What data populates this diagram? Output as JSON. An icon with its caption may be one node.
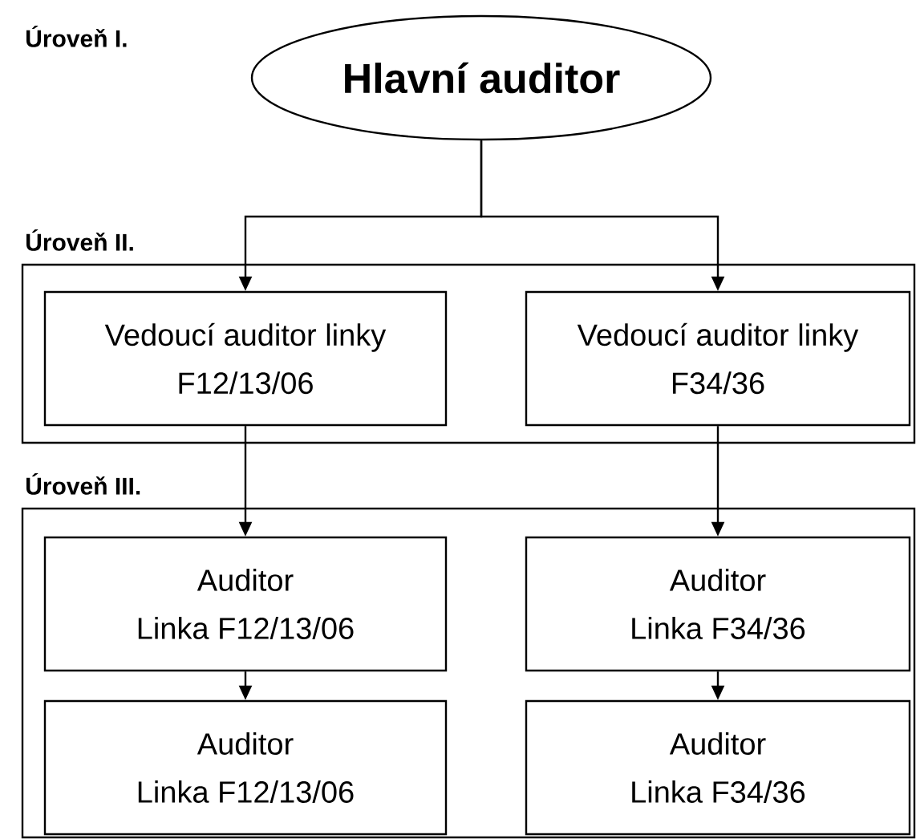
{
  "diagram": {
    "nodes": [
      {
        "text": [
          "Hlavní auditor"
        ]
      },
      {
        "text": [
          "Úroveň II."
        ]
      },
      {
        "text": [
          "Vedoucí auditor linky",
          "F12/13/06"
        ],
        "in": 1
      },
      {
        "text": [
          "Vedoucí auditor linky",
          "F34/36"
        ],
        "in": 1
      },
      {
        "text": [
          "Úroveň III."
        ]
      },
      {
        "text": [
          "Auditor",
          "Linka F12/13/06"
        ],
        "in": 4
      },
      {
        "text": [
          "Auditor",
          "Linka F34/36"
        ],
        "in": 4
      },
      {
        "text": [
          "Auditor",
          "Linka F12/13/06"
        ],
        "in": 4
      },
      {
        "text": [
          "Auditor",
          "Linka F34/36"
        ],
        "in": 4
      }
    ],
    "edges": [
      {
        "from": 0,
        "to": 2,
        "arrow": "to"
      },
      {
        "from": 0,
        "to": 3,
        "arrow": "to"
      },
      {
        "from": 2,
        "to": 5,
        "arrow": "to"
      },
      {
        "from": 3,
        "to": 6,
        "arrow": "to"
      },
      {
        "from": 5,
        "to": 7,
        "arrow": "to"
      },
      {
        "from": 6,
        "to": 8,
        "arrow": "to"
      }
    ],
    "labels": [
      "Úroveň I."
    ]
  }
}
